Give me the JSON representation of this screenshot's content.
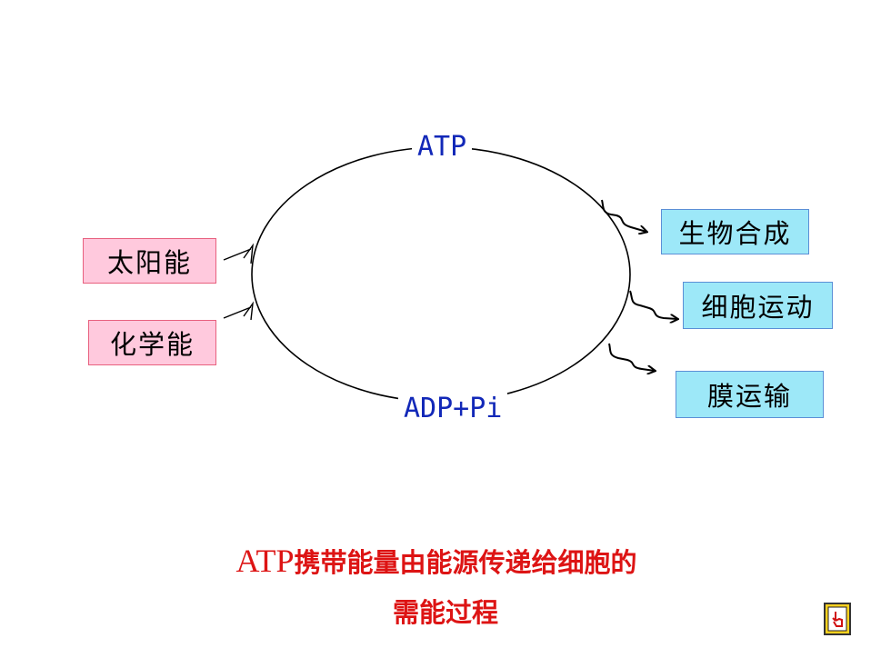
{
  "cycle": {
    "top_label": "ATP",
    "bottom_label": "ADP+Pi"
  },
  "energy_sources": [
    {
      "label": "太阳能"
    },
    {
      "label": "化学能"
    }
  ],
  "energy_uses": [
    {
      "label": "生物合成"
    },
    {
      "label": "细胞运动"
    },
    {
      "label": "膜运输"
    }
  ],
  "caption": {
    "line1_prefix": "ATP",
    "line1_rest": "携带能量由能源传递给细胞的",
    "line2": "需能过程"
  },
  "colors": {
    "source_fill": "#ffc9dd",
    "use_fill": "#9de8f8",
    "cycle_label": "#1228b8",
    "caption": "#dd1414"
  },
  "icons": {
    "nav_button": "hand-pointer-icon"
  }
}
